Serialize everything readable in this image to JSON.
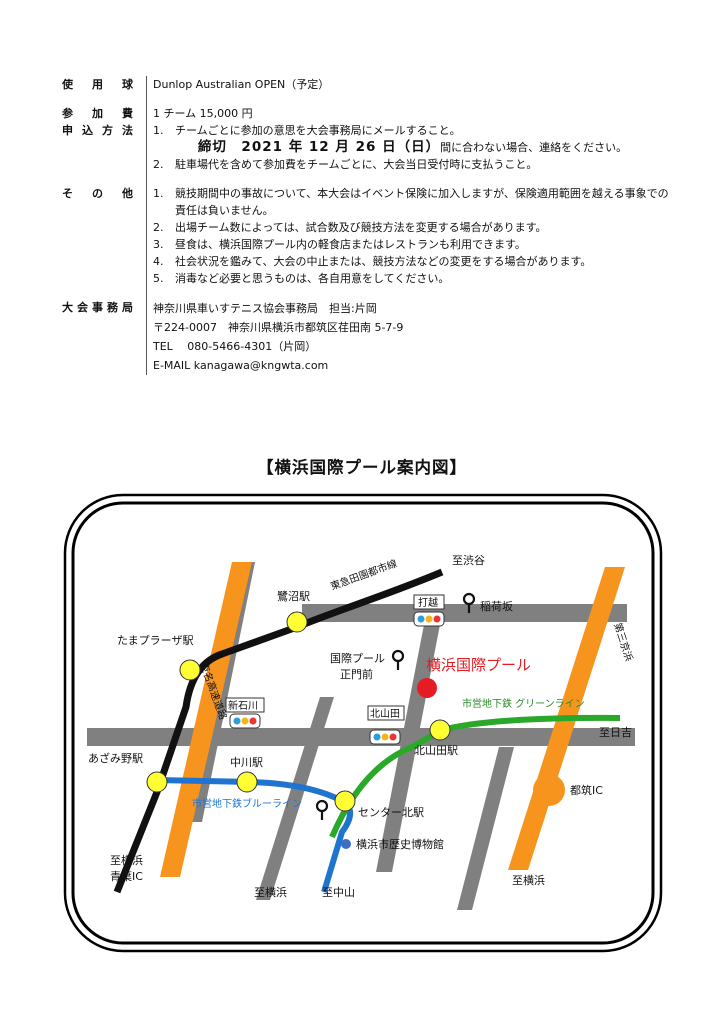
{
  "rows": {
    "ball": {
      "label": "使用球",
      "value": "Dunlop Australian OPEN（予定）"
    },
    "fee": {
      "label": "参加費",
      "value": "1 チーム 15,000 円"
    },
    "apply": {
      "label": "申込方法",
      "item1_num": "1.",
      "item1": "チームごとに参加の意思を大会事務局にメールすること。",
      "deadline_bold": "締切　2021 年 12 月 26 日（日）",
      "deadline_tail": "間に合わない場合、連絡をください。",
      "item2_num": "2.",
      "item2": "駐車場代を含めて参加費をチームごとに、大会当日受付時に支払うこと。"
    },
    "other": {
      "label": "その他",
      "items": [
        {
          "num": "1.",
          "text": "競技期間中の事故について、本大会はイベント保険に加入しますが、保険適用範囲を越える事象での責任は負いません。"
        },
        {
          "num": "2.",
          "text": "出場チーム数によっては、試合数及び競技方法を変更する場合があります。"
        },
        {
          "num": "3.",
          "text": "昼食は、横浜国際プール内の軽食店またはレストランも利用できます。"
        },
        {
          "num": "4.",
          "text": "社会状況を鑑みて、大会の中止または、競技方法などの変更をする場合があります。"
        },
        {
          "num": "5.",
          "text": "消毒など必要と思うものは、各自用意をしてください。"
        }
      ]
    },
    "office": {
      "label": "大会事務局",
      "line1": "神奈川県車いすテニス協会事務局　担当:片岡",
      "line2": "〒224-0007　神奈川県横浜市都筑区荏田南 5-7-9",
      "line3": "TEL　 080-5466-4301（片岡）",
      "line4": "E-MAIL  kanagawa@kngwta.com"
    }
  },
  "map": {
    "title": "【横浜国際プール案内図】",
    "labels": {
      "to_shibuya": "至渋谷",
      "tokyu_line": "東急田園都市線",
      "saginuma": "鷺沼駅",
      "tama_plaza": "たまプラーザ駅",
      "tomei_expressway": "東名高速道路",
      "azamino": "あざみ野駅",
      "nakagawa": "中川駅",
      "blue_line": "市営地下鉄ブルーライン",
      "center_kita": "センター北駅",
      "kitayamata": "北山田駅",
      "green_line": "市営地下鉄 グリーンライン",
      "to_hiyoshi": "至日吉",
      "tsuzuki_ic": "都筑IC",
      "third_keihin": "第三京浜",
      "to_yokohama_right": "至横浜",
      "to_yokohama_aoba_1": "至横浜",
      "to_yokohama_aoba_2": "青葉IC",
      "to_yokohama_bottom": "至横浜",
      "to_nakayama": "至中山",
      "uchikoshi": "打越",
      "inarizaka": "稲荷坂",
      "pool_gate_1": "国際プール",
      "pool_gate_2": "正門前",
      "pool": "横浜国際プール",
      "shin_ishikawa": "新石川",
      "kitayamata_signal": "北山田",
      "museum": "横浜市歴史博物館"
    }
  }
}
